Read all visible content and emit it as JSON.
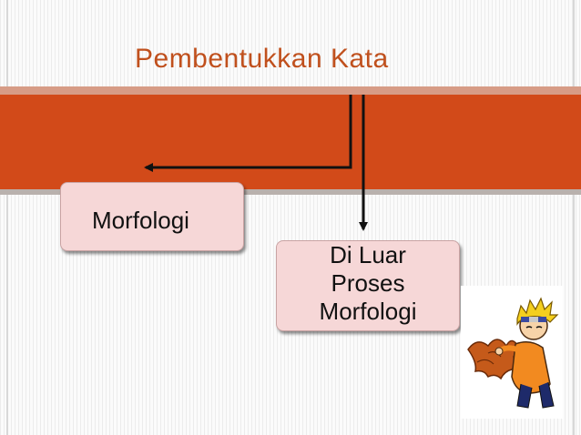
{
  "slide": {
    "title": "Pembentukkan Kata"
  },
  "diagram": {
    "nodes": [
      {
        "id": "morfologi",
        "label": "Morfologi"
      },
      {
        "id": "di-luar",
        "lines": [
          "Di Luar",
          "Proses",
          "Morfologi"
        ]
      }
    ],
    "edges": [
      {
        "from": "title",
        "to": "morfologi"
      },
      {
        "from": "title",
        "to": "di-luar"
      }
    ]
  },
  "colors": {
    "title": "#c0501d",
    "band": "#d24a19",
    "node_fill": "#f6d7d7"
  },
  "icons": {
    "illustration": "naruto-character-illustration"
  }
}
